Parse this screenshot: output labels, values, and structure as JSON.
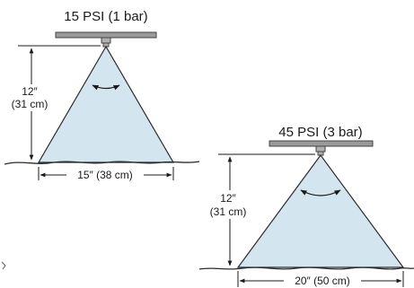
{
  "diagrams": [
    {
      "pressure_label": "15 PSI (1 bar)",
      "height_label_line1": "12″",
      "height_label_line2": "(31 cm)",
      "width_label": "15″ (38 cm)"
    },
    {
      "pressure_label": "45 PSI (3 bar)",
      "height_label_line1": "12″",
      "height_label_line2": "(31 cm)",
      "width_label": "20″ (50 cm)"
    }
  ],
  "colors": {
    "spray": "#d3e5ef",
    "spray_edge": "#2b2b2b",
    "bar_fill": "#9a9a9a",
    "ink": "#1a1a1a"
  }
}
